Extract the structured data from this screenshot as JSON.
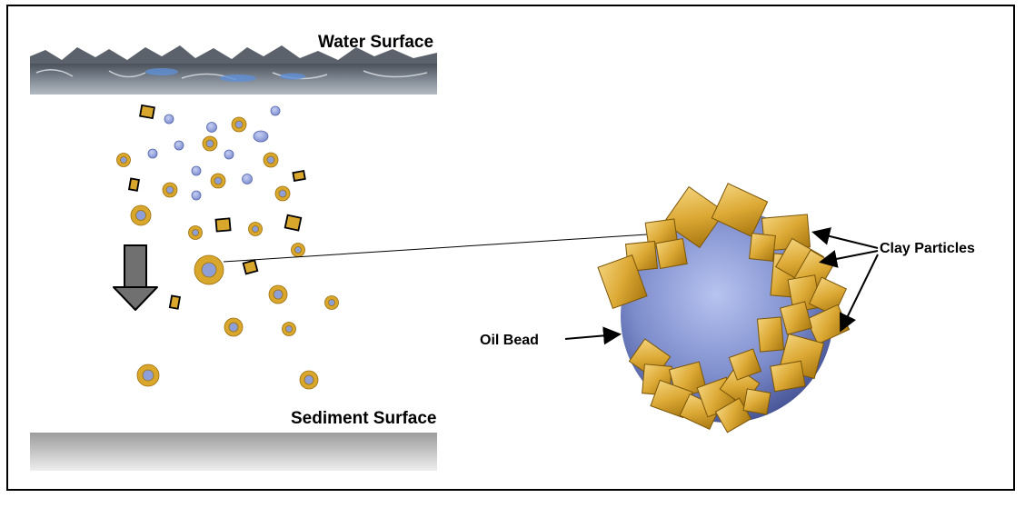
{
  "labels": {
    "water_surface": "Water Surface",
    "sediment_surface": "Sediment Surface",
    "clay_particles": "Clay Particles",
    "oil_bead": "Oil Bead"
  },
  "colors": {
    "oil": "#8e9fd8",
    "clay": "#d9a72b",
    "clay_dark": "#9a6f10",
    "water": "#7c8794",
    "sediment": "#c6c6c6",
    "arrow": "#6f6f6f"
  }
}
